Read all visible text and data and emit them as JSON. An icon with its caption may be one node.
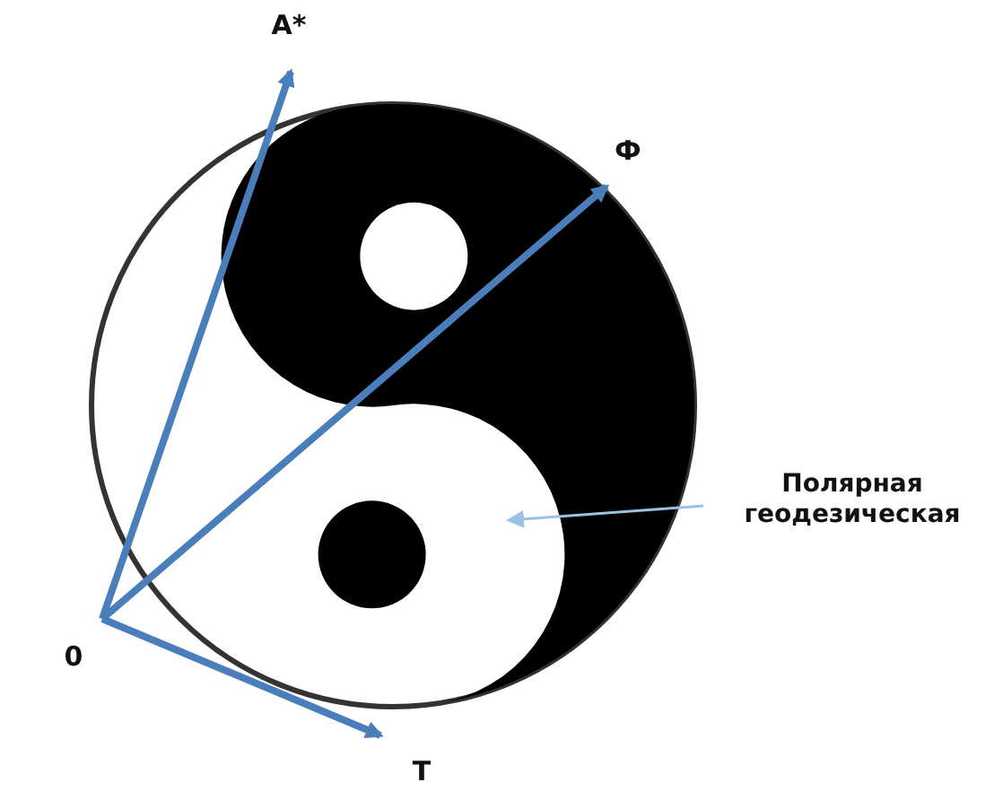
{
  "diagram": {
    "nodes": [
      {
        "text": [
          "A*"
        ]
      },
      {
        "text": [
          "Ф"
        ]
      },
      {
        "text": [
          "Полярная геодезическая"
        ]
      },
      {
        "text": [
          "0"
        ]
      },
      {
        "text": [
          "T"
        ]
      }
    ],
    "edges": [
      {
        "from": 3,
        "to": 0,
        "arrow": "to"
      },
      {
        "from": 3,
        "to": 1,
        "arrow": "to"
      },
      {
        "from": 3,
        "to": 4,
        "arrow": "to"
      },
      {
        "from": 2,
        "to": null,
        "arrow": "to",
        "color": "#9cc0e6"
      }
    ]
  }
}
